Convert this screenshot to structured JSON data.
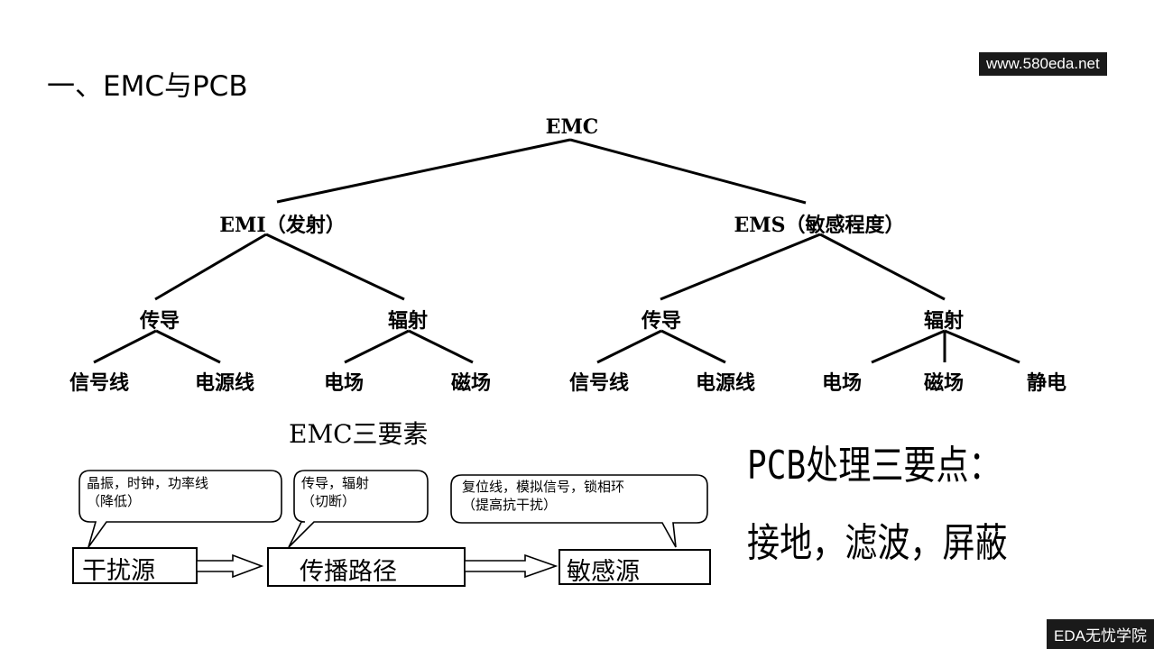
{
  "slide": {
    "title": "一、EMC与PCB"
  },
  "watermarks": {
    "site": "www.580eda.net",
    "academy": "EDA无忧学院"
  },
  "tree": {
    "root": "EMC",
    "emi": "EMI（发射）",
    "ems": "EMS（敏感程度）",
    "emi_conduction": "传导",
    "emi_radiation": "辐射",
    "ems_conduction": "传导",
    "ems_radiation": "辐射",
    "emi_signal_line": "信号线",
    "emi_power_line": "电源线",
    "emi_electric_field": "电场",
    "emi_magnetic_field": "磁场",
    "ems_signal_line": "信号线",
    "ems_power_line": "电源线",
    "ems_electric_field": "电场",
    "ems_magnetic_field": "磁场",
    "ems_static": "静电"
  },
  "elements": {
    "heading": "EMC三要素",
    "callout_source_line1": "晶振，时钟，功率线",
    "callout_source_line2": "（降低）",
    "callout_path_line1": "传导，辐射",
    "callout_path_line2": "（切断）",
    "callout_sensitive_line1": "复位线，模拟信号，锁相环",
    "callout_sensitive_line2": "（提高抗干扰）",
    "box_source": "干扰源",
    "box_path": "传播路径",
    "box_sensitive": "敏感源"
  },
  "pcb": {
    "heading": "PCB处理三要点：",
    "points": "接地，滤波，屏蔽"
  }
}
